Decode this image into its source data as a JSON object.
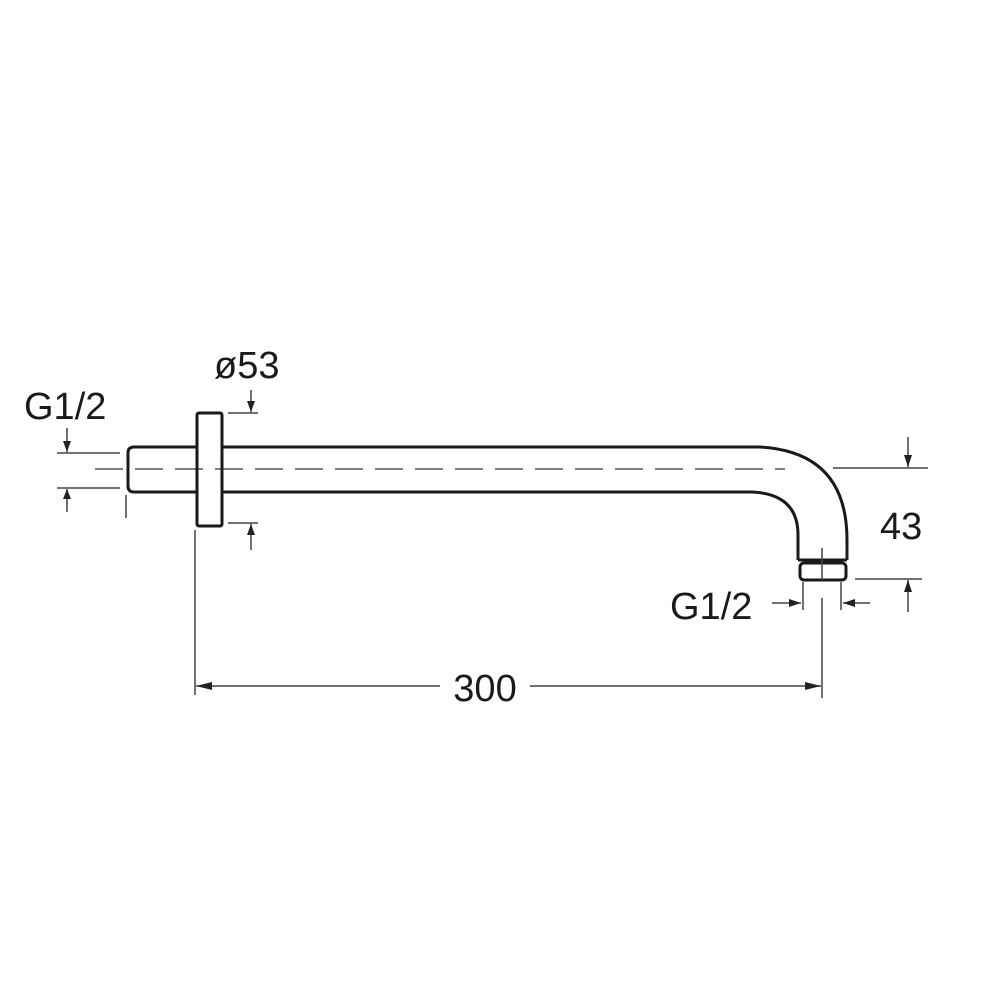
{
  "drawing": {
    "labels": {
      "inlet_thread": "G1/2",
      "flange_diameter": "ø53",
      "drop_height": "43",
      "outlet_thread": "G1/2",
      "arm_length": "300"
    },
    "line_color": "#1a1a1a",
    "background": "#ffffff"
  }
}
